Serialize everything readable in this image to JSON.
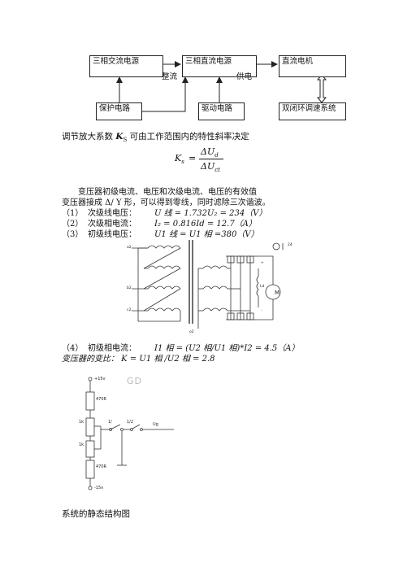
{
  "block_diagram": {
    "ac_source": "三相交流电源",
    "dc_source": "三相直流电源",
    "dc_motor": "直流电机",
    "protection": "保护电路",
    "drive": "驱动电路",
    "closed_loop": "双闭环调速系统",
    "rectify_label": "整流",
    "supply_label": "供电"
  },
  "gain_text": {
    "prefix": "调节放大系数",
    "symbol_main": "K",
    "symbol_sub": "S",
    "suffix": "可由工作范围内的特性斜率决定"
  },
  "formula_ks": {
    "lhs": "K",
    "lhs_sub": "s",
    "equals": "=",
    "numerator": "ΔU",
    "numerator_sub": "d",
    "denominator": "ΔU",
    "denominator_sub": "ct"
  },
  "transformer_section": {
    "heading": "变压器初级电流、电压和次级电流、电压的有效值",
    "intro": "变压器接成 Δ/ Y 形，可以得到零线，同时滤除三次谐波。",
    "items": [
      {
        "num": "（1）",
        "label": "次级线电压：",
        "expr": "U 线  = 1.732U₂ = 234（V）"
      },
      {
        "num": "（2）",
        "label": "次级相电流：",
        "expr": "I₂ = 0.816Id = 12.7（A）"
      },
      {
        "num": "（3）",
        "label": "初级线电压：",
        "expr": "U1 线  = U1 相  =380（V）"
      }
    ],
    "item4": {
      "num": "（4）",
      "label": "初级相电流：",
      "expr": "I1 相  = (U2 相/U1 相)*I2 = 4.5（A）"
    },
    "ratio_line": "变压器的变比：   K = U1 相  /U2 相  = 2.8"
  },
  "transformer_circuit": {
    "phase_a": "a2",
    "phase_b": "b2",
    "phase_c": "c2",
    "neutral": "o2",
    "motor_label": "M",
    "field_label": "24",
    "load_label": "Ld",
    "plus": "+",
    "minus": "-"
  },
  "setpoint_circuit": {
    "watermark": "GD",
    "v_pos": "+15v",
    "v_neg": "-15v",
    "r_top": "470R",
    "r_bottom": "470R",
    "rp1": "1k",
    "rp2": "1k",
    "switch1": "1/",
    "switch2": "1/2",
    "output": "Ug"
  },
  "static_heading": "系统的静态结构图"
}
